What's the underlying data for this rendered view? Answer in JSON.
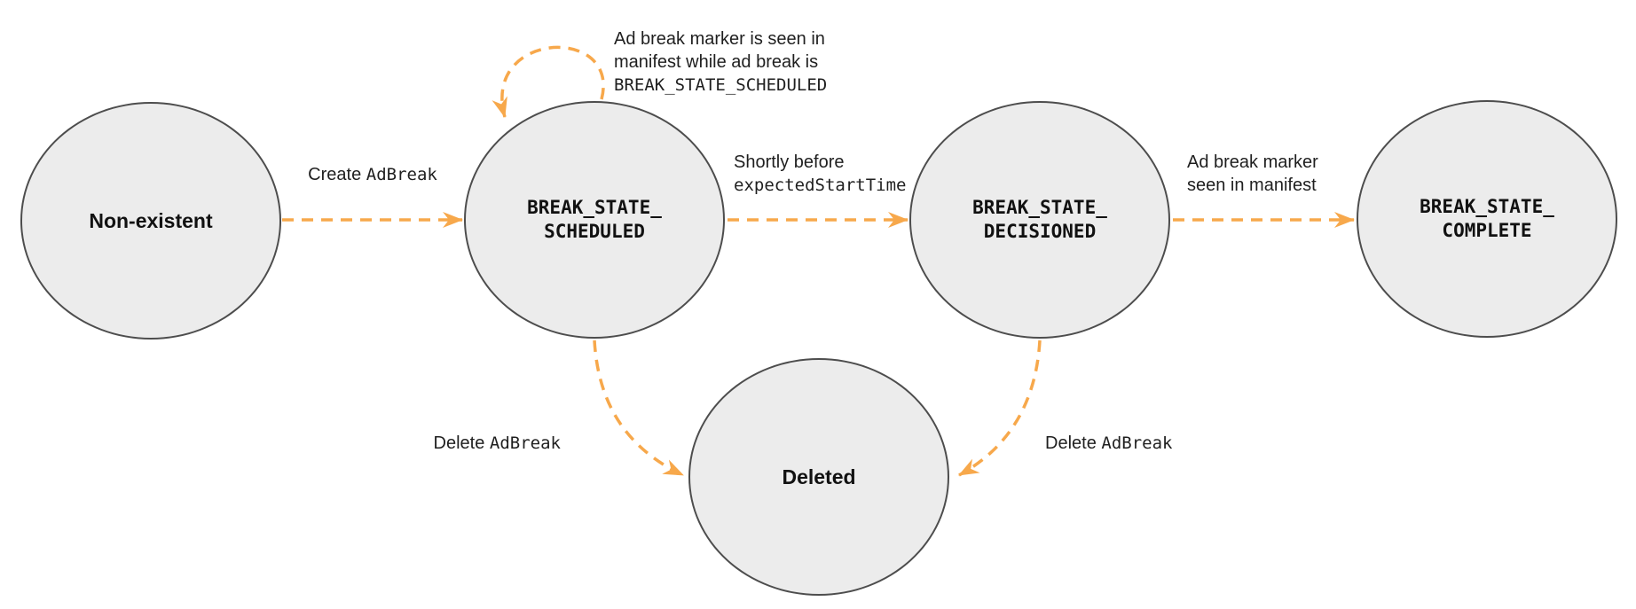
{
  "diagram": {
    "colors": {
      "arrow": "#F7A84B",
      "node_fill": "#ececec",
      "node_border": "#4d4d4d",
      "text": "#1d1d1d"
    },
    "nodes": {
      "non_existent": {
        "line1": "Non-existent",
        "line2": ""
      },
      "scheduled": {
        "line1": "BREAK_STATE_",
        "line2": "SCHEDULED"
      },
      "decisioned": {
        "line1": "BREAK_STATE_",
        "line2": "DECISIONED"
      },
      "complete": {
        "line1": "BREAK_STATE_",
        "line2": "COMPLETE"
      },
      "deleted": {
        "line1": "Deleted",
        "line2": ""
      }
    },
    "edges": {
      "create": {
        "sans": "Create",
        "mono": "AdBreak"
      },
      "self_loop": {
        "line1": "Ad break marker is seen in",
        "line2": "manifest while ad break is",
        "line3_mono": "BREAK_STATE_SCHEDULED"
      },
      "decision": {
        "line1_sans": "Shortly before",
        "line2_mono": "expectedStartTime"
      },
      "manifest": {
        "line1": "Ad break marker",
        "line2": "seen in manifest"
      },
      "delete_left": {
        "sans": "Delete",
        "mono": "AdBreak"
      },
      "delete_right": {
        "sans": "Delete",
        "mono": "AdBreak"
      }
    }
  }
}
